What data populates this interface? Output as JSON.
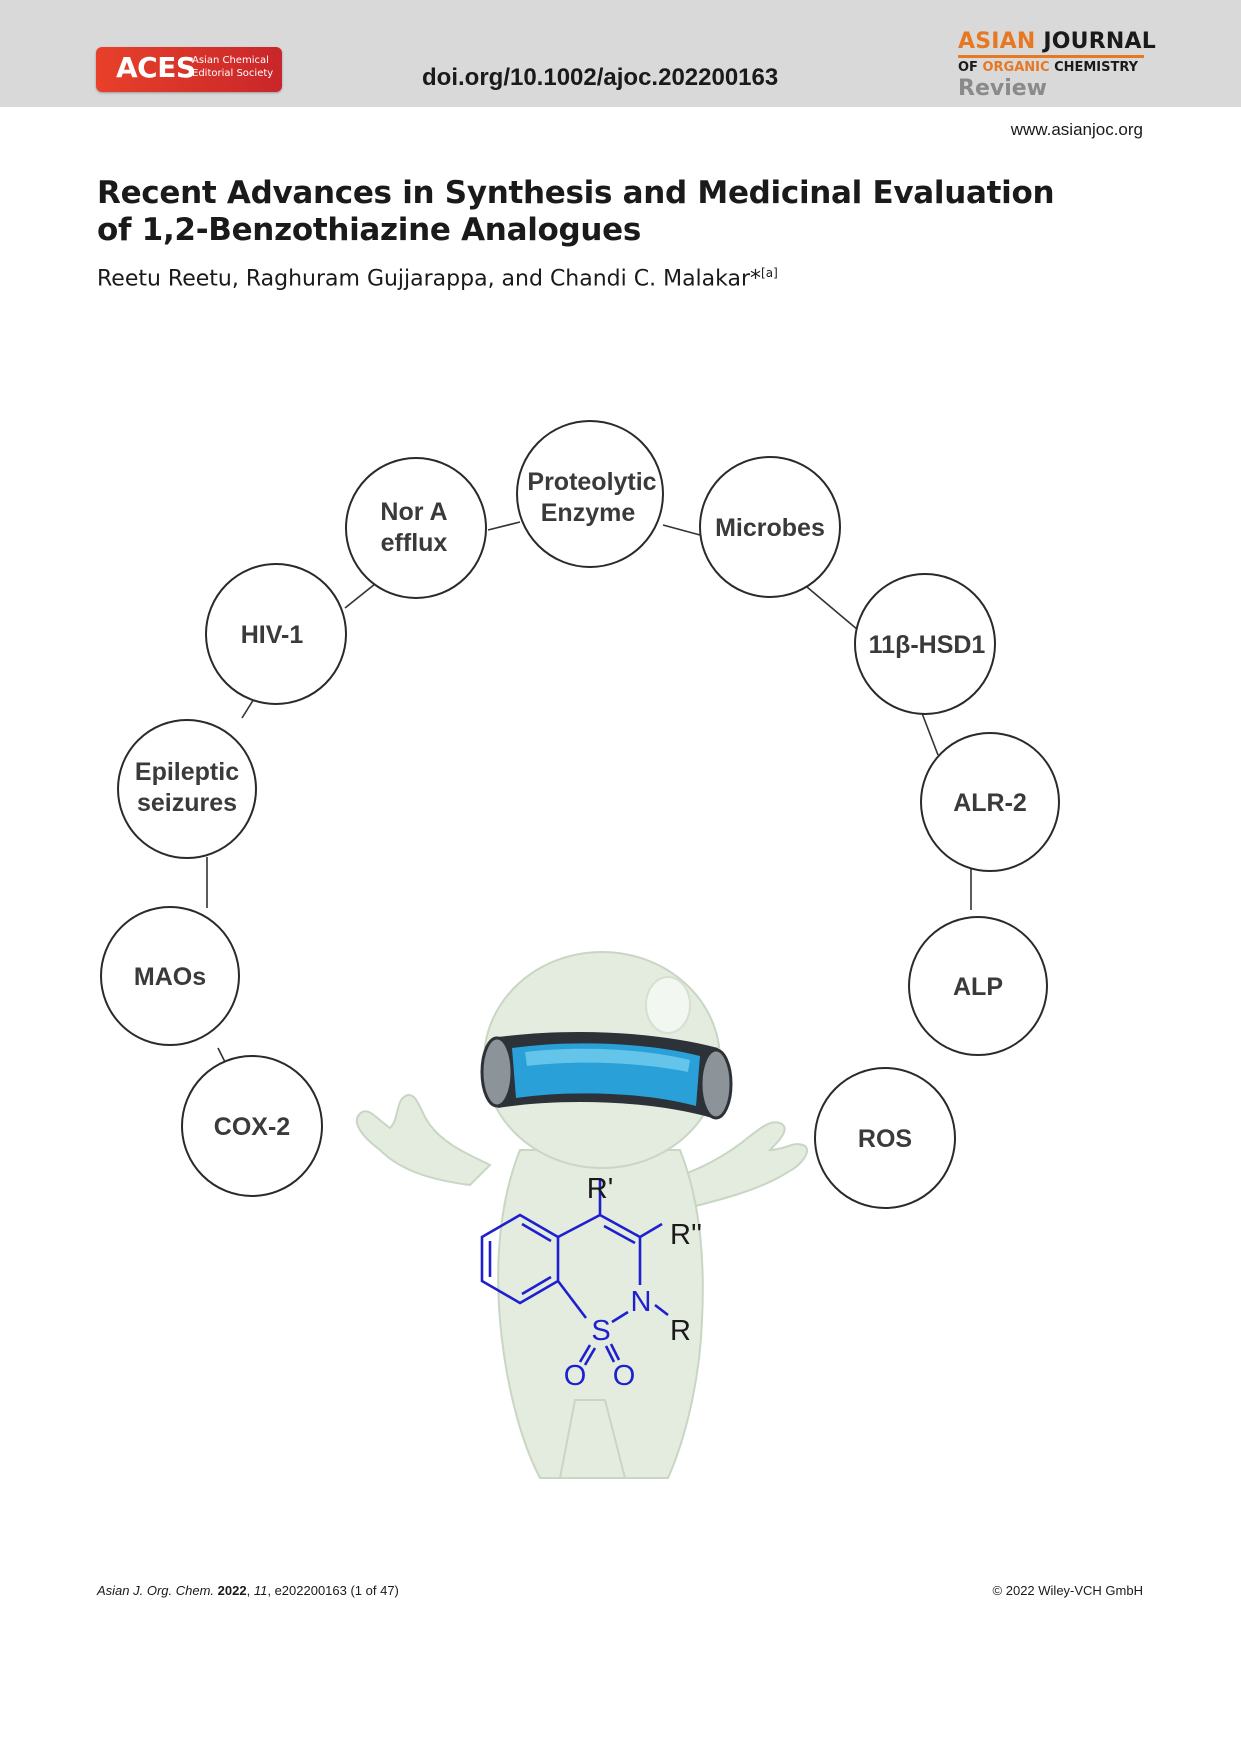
{
  "header": {
    "publisher_logo_text": "ACES",
    "publisher_name": "Asian Chemical Editorial Society",
    "doi": "doi.org/10.1002/ajoc.202200163",
    "journal_line1_a": "ASIAN",
    "journal_line1_b": "JOURNAL",
    "journal_line2_a": "OF",
    "journal_line2_b": "ORGANIC",
    "journal_line2_c": "CHEMISTRY",
    "article_type": "Review",
    "website": "www.asianjoc.org"
  },
  "article": {
    "title": "Recent Advances in Synthesis and Medicinal Evaluation of 1,2-Benzothiazine Analogues",
    "authors": "Reetu Reetu, Raghuram Gujjarappa, and Chandi C. Malakar*",
    "affiliation_mark": "[a]"
  },
  "figure": {
    "targets": [
      {
        "line1": "COX-2",
        "line2": ""
      },
      {
        "line1": "MAOs",
        "line2": ""
      },
      {
        "line1": "Epileptic",
        "line2": "seizures"
      },
      {
        "line1": "HIV-1",
        "line2": ""
      },
      {
        "line1": "Nor A",
        "line2": "efflux"
      },
      {
        "line1": "Proteolytic",
        "line2": "Enzyme"
      },
      {
        "line1": "Microbes",
        "line2": ""
      },
      {
        "line1": "11β-HSD1",
        "line2": ""
      },
      {
        "line1": "ALR-2",
        "line2": ""
      },
      {
        "line1": "ALP",
        "line2": ""
      },
      {
        "line1": "ROS",
        "line2": ""
      }
    ],
    "structure_labels": {
      "r1": "R'",
      "r2": "R''",
      "r3": "R",
      "n": "N",
      "s": "S",
      "o1": "O",
      "o2": "O"
    },
    "colors": {
      "structure": "#1f1fd0",
      "mascot": "#e3ecdf",
      "visor": "#2aa0d8"
    }
  },
  "footer": {
    "journal_abbr": "Asian J. Org. Chem.",
    "year": "2022",
    "volume": "11",
    "article_no": "e202200163 (1 of 47)",
    "copyright": "© 2022 Wiley-VCH GmbH"
  }
}
